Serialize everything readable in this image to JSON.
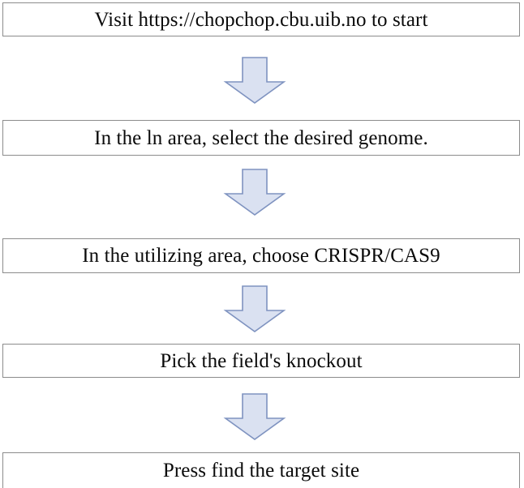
{
  "chart_data": {
    "type": "diagram",
    "diagram_type": "flowchart",
    "orientation": "top-to-bottom",
    "title": "",
    "nodes": [
      {
        "id": "step-1",
        "shape": "rectangle",
        "label": "Visit https://chopchop.cbu.uib.no to start"
      },
      {
        "id": "step-2",
        "shape": "rectangle",
        "label": "In the ln area, select the desired genome."
      },
      {
        "id": "step-3",
        "shape": "rectangle",
        "label": "In the utilizing area, choose CRISPR/CAS9"
      },
      {
        "id": "step-4",
        "shape": "rectangle",
        "label": "Pick the field's knockout"
      },
      {
        "id": "step-5",
        "shape": "rectangle",
        "label": "Press find the target site"
      }
    ],
    "edges": [
      {
        "from": "step-1",
        "to": "step-2",
        "style": "block-arrow-down",
        "label": ""
      },
      {
        "from": "step-2",
        "to": "step-3",
        "style": "block-arrow-down",
        "label": ""
      },
      {
        "from": "step-3",
        "to": "step-4",
        "style": "block-arrow-down",
        "label": ""
      },
      {
        "from": "step-4",
        "to": "step-5",
        "style": "block-arrow-down",
        "label": ""
      }
    ]
  },
  "flowchart": {
    "steps": [
      {
        "label": "Visit https://chopchop.cbu.uib.no to start"
      },
      {
        "label": "In the ln area, select the desired genome."
      },
      {
        "label": "In the utilizing area, choose CRISPR/CAS9"
      },
      {
        "label": "Pick the field's knockout"
      },
      {
        "label": "Press find the target site"
      }
    ],
    "connectors": [
      {
        "name": "arrow-down-icon"
      },
      {
        "name": "arrow-down-icon"
      },
      {
        "name": "arrow-down-icon"
      },
      {
        "name": "arrow-down-icon"
      }
    ]
  },
  "colors": {
    "page_background": "#ffffff",
    "box_background": "#ffffff",
    "box_border": "#8c8c8c",
    "text": "#0a0a0a",
    "arrow_fill": "#dae1f1",
    "arrow_border": "#7f93c0"
  }
}
